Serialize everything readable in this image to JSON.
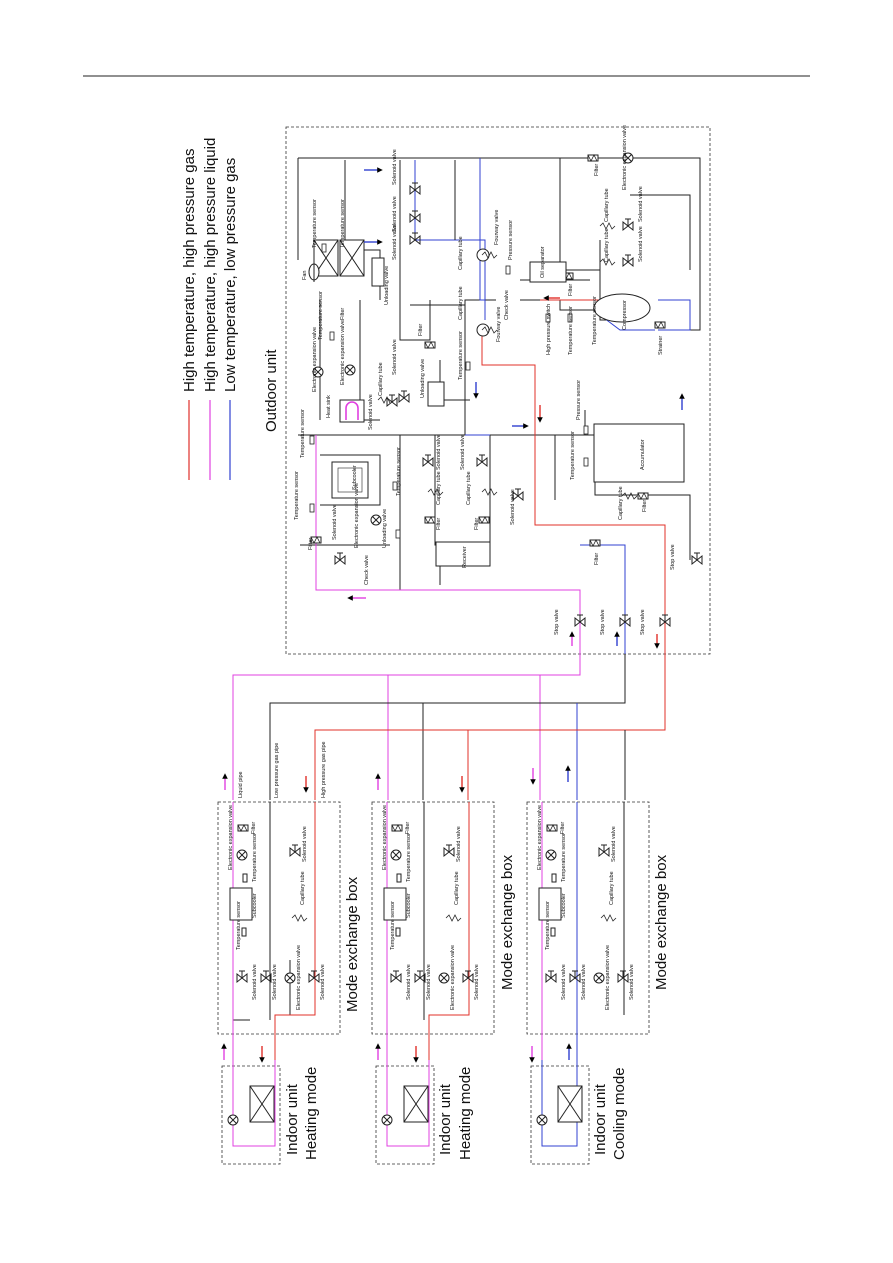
{
  "legend": {
    "red": "High temperature, high pressure gas",
    "magenta": "High temperature, high pressure liquid",
    "blue": "Low temperature, low pressure gas"
  },
  "colors": {
    "red": "#e0302a",
    "magenta": "#e040e0",
    "blue": "#3040d0",
    "line": "#222222"
  },
  "outdoor": {
    "title": "Outdoor unit",
    "fan": "Fan",
    "temperature_sensor": "Temperature sensor",
    "electronic_expansion_valve": "Electronic expansion valve",
    "filter": "Filter",
    "capillary_tube": "Capillary tube",
    "solenoid_valve": "Solenoid valve",
    "unloading_valve": "Unloading valve",
    "heat_sink": "Heat sink",
    "fourway_valve": "Fourway valve",
    "check_valve": "Check valve",
    "pressure_sensor": "Pressure sensor",
    "oil_separator": "Oil separator",
    "high_pressure_switch": "High pressure switch",
    "compressor": "Compressor",
    "strainer": "Strainer",
    "accumulator": "Accumulator",
    "subcooler": "Subcooler",
    "receiver": "Receiver",
    "stop_valve": "Stop valve"
  },
  "pipes": {
    "liquid": "Liquid pipe",
    "low_pressure": "Low pressure gas pipe",
    "high_pressure": "High pressure gas pipe"
  },
  "mode_box": {
    "title": "Mode exchange box",
    "electronic_expansion_valve": "Electronic expansion valve",
    "filter": "Filter",
    "temperature_sensor": "Temperature sensor",
    "subcooler": "Subcooler",
    "solenoid_valve": "Solenoid valve",
    "capillary_tube": "Capillary tube"
  },
  "indoor_units": [
    {
      "line1": "Indoor unit",
      "line2": "Heating mode"
    },
    {
      "line1": "Indoor unit",
      "line2": "Heating mode"
    },
    {
      "line1": "Indoor unit",
      "line2": "Cooling mode"
    }
  ]
}
